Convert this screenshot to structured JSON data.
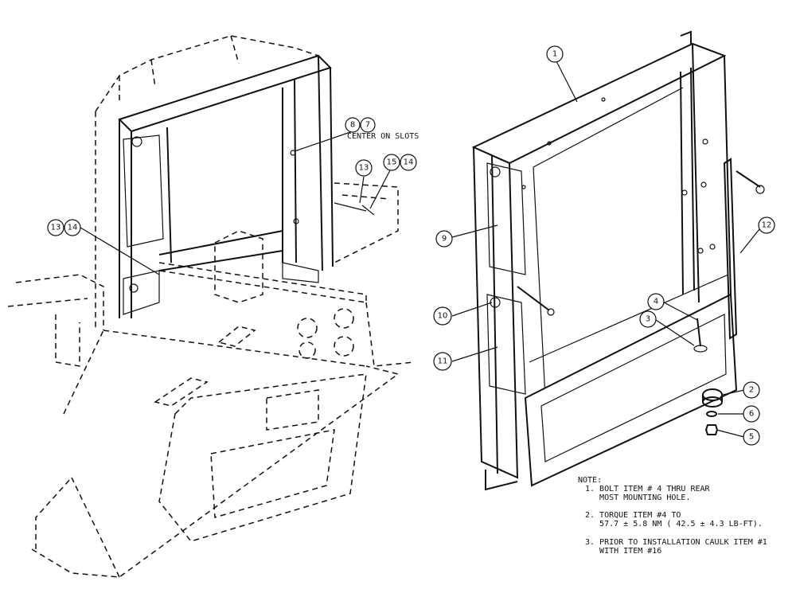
{
  "callouts_left": [
    {
      "label": "8"
    },
    {
      "label": "7"
    },
    {
      "label": "13"
    },
    {
      "label": "15"
    },
    {
      "label": "14"
    },
    {
      "label": "13"
    },
    {
      "label": "14"
    }
  ],
  "callouts_right": [
    {
      "label": "1"
    },
    {
      "label": "9"
    },
    {
      "label": "10"
    },
    {
      "label": "11"
    },
    {
      "label": "12"
    },
    {
      "label": "4"
    },
    {
      "label": "3"
    },
    {
      "label": "2"
    },
    {
      "label": "6"
    },
    {
      "label": "5"
    }
  ],
  "annotation": {
    "center_on_slots": "CENTER ON SLOTS"
  },
  "notes": {
    "heading": "NOTE:",
    "items": [
      "1. BOLT ITEM # 4 THRU REAR\n   MOST MOUNTING HOLE.",
      "2. TORQUE ITEM #4 TO\n   57.7 ± 5.8 NM ( 42.5 ± 4.3 LB-FT).",
      "3. PRIOR TO INSTALLATION CAULK ITEM #1\n   WITH ITEM #16"
    ]
  }
}
